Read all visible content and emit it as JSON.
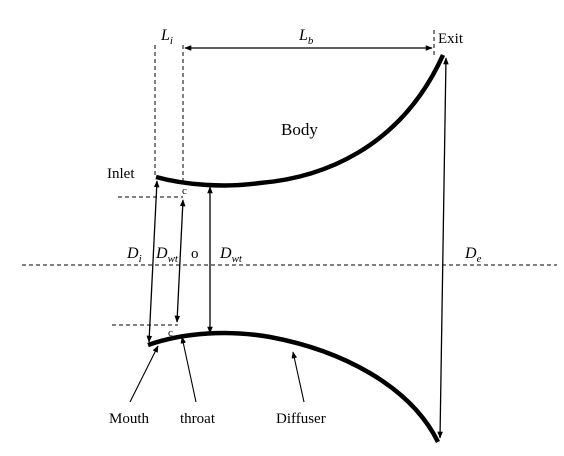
{
  "labels": {
    "L_i": {
      "main": "L",
      "sub": "i"
    },
    "L_b": {
      "main": "L",
      "sub": "b"
    },
    "exit": "Exit",
    "body": "Body",
    "inlet": "Inlet",
    "c_top": "c",
    "c_bottom": "c",
    "D_i": {
      "main": "D",
      "sub": "i"
    },
    "D_wt_left": {
      "main": "D",
      "sub": "wt"
    },
    "o": "o",
    "D_wt_right": {
      "main": "D",
      "sub": "wt"
    },
    "D_e": {
      "main": "D",
      "sub": "e"
    },
    "mouth": "Mouth",
    "throat": "throat",
    "diffuser": "Diffuser"
  }
}
